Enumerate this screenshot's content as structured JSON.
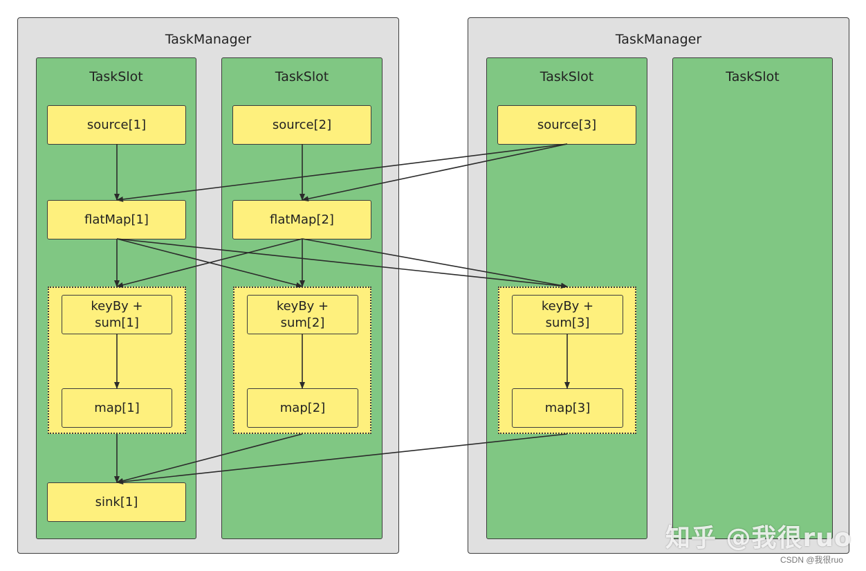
{
  "task_managers": [
    {
      "title": "TaskManager"
    },
    {
      "title": "TaskManager"
    }
  ],
  "slots": [
    {
      "title": "TaskSlot"
    },
    {
      "title": "TaskSlot"
    },
    {
      "title": "TaskSlot"
    },
    {
      "title": "TaskSlot"
    }
  ],
  "operators": {
    "source1": "source[1]",
    "source2": "source[2]",
    "source3": "source[3]",
    "flatmap1": "flatMap[1]",
    "flatmap2": "flatMap[2]",
    "keyby1": "keyBy +\nsum[1]",
    "keyby2": "keyBy +\nsum[2]",
    "keyby3": "keyBy +\nsum[3]",
    "map1": "map[1]",
    "map2": "map[2]",
    "map3": "map[3]",
    "sink1": "sink[1]"
  },
  "edges": [
    [
      "source1",
      "flatmap1"
    ],
    [
      "source2",
      "flatmap2"
    ],
    [
      "source3",
      "flatmap1"
    ],
    [
      "source3",
      "flatmap2"
    ],
    [
      "flatmap1",
      "chain1"
    ],
    [
      "flatmap1",
      "chain2"
    ],
    [
      "flatmap1",
      "chain3"
    ],
    [
      "flatmap2",
      "chain1"
    ],
    [
      "flatmap2",
      "chain2"
    ],
    [
      "flatmap2",
      "chain3"
    ],
    [
      "keyby1",
      "map1"
    ],
    [
      "keyby2",
      "map2"
    ],
    [
      "keyby3",
      "map3"
    ],
    [
      "map1",
      "sink1"
    ],
    [
      "map2",
      "sink1"
    ],
    [
      "map3",
      "sink1"
    ]
  ],
  "watermark": "知乎 @我很ruo",
  "credit": "CSDN @我很ruo",
  "colors": {
    "task_manager": "#e0e0e0",
    "slot": "#80c783",
    "operator": "#fef07d",
    "border": "#3c3c3c"
  }
}
